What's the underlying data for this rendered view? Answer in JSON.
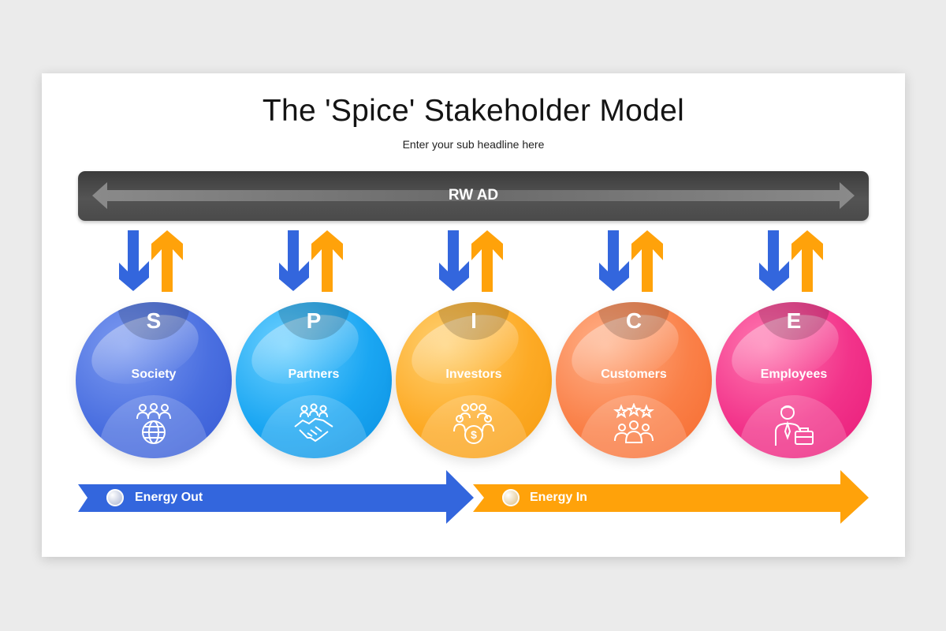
{
  "title": "The 'Spice' Stakeholder Model",
  "subtitle": "Enter your sub headline here",
  "top_bar": {
    "label": "RW AD"
  },
  "stakeholders": [
    {
      "letter": "S",
      "name": "Society",
      "icon": "globe-people-icon",
      "color": "#4a6fe0"
    },
    {
      "letter": "P",
      "name": "Partners",
      "icon": "handshake-icon",
      "color": "#1aa6f2"
    },
    {
      "letter": "I",
      "name": "Investors",
      "icon": "investors-icon",
      "color": "#fdaa25"
    },
    {
      "letter": "C",
      "name": "Customers",
      "icon": "customer-rating-icon",
      "color": "#fa8048"
    },
    {
      "letter": "E",
      "name": "Employees",
      "icon": "employee-icon",
      "color": "#f2338a"
    }
  ],
  "flows": {
    "energy_out": {
      "label": "Energy Out",
      "color": "#3366dd"
    },
    "energy_in": {
      "label": "Energy In",
      "color": "#ffa20a"
    }
  },
  "colors": {
    "down_arrow": "#3366dd",
    "up_arrow": "#ffa20a"
  }
}
